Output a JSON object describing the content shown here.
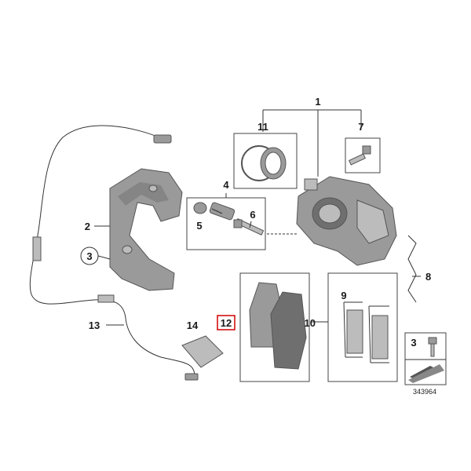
{
  "diagram": {
    "callouts": {
      "c1": "1",
      "c2": "2",
      "c3": "3",
      "c4": "4",
      "c5": "5",
      "c6": "6",
      "c7": "7",
      "c8": "8",
      "c9": "9",
      "c10": "10",
      "c11": "11",
      "c12": "12",
      "c13": "13",
      "c14": "14",
      "legend_3": "3"
    },
    "diagram_number": "343964",
    "colors": {
      "part_gray": "#9a9a9a",
      "highlight_red": "#d10000",
      "line_dark": "#333333"
    },
    "icons": [
      "brake-caliper-icon",
      "caliper-carrier-icon",
      "brake-pad-icon",
      "wear-sensor-cable-icon",
      "bolt-icon"
    ]
  }
}
